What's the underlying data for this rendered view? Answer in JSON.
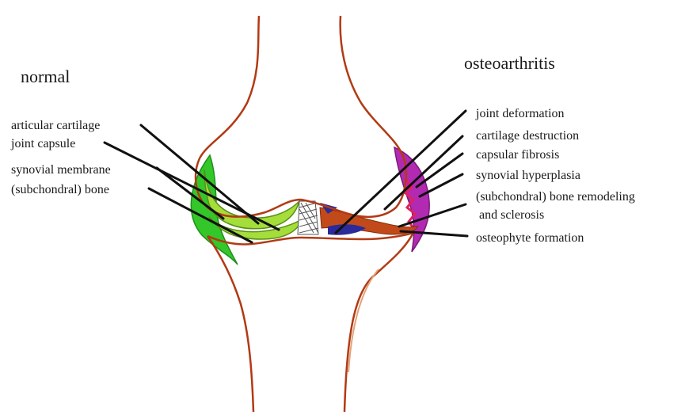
{
  "headings": {
    "normal": "normal",
    "osteoarthritis": "osteoarthritis"
  },
  "labels_left": [
    "articular cartilage",
    "joint capsule",
    "synovial membrane",
    "(subchondral) bone"
  ],
  "labels_right": [
    "joint deformation",
    "cartilage destruction",
    "capsular fibrosis",
    "synovial hyperplasia",
    "(subchondral) bone remodeling",
    " and sclerosis",
    "osteophyte formation"
  ],
  "colors": {
    "bone_outline": "#b23a14",
    "bone_outline_light": "#e3a37a",
    "capsule_normal": "#33c72a",
    "cartilage_normal": "#a5dd3a",
    "capsule_oa": "#b22ab2",
    "synovium_oa": "#e02060",
    "bone_remodel": "#c24a1a",
    "oa_deposit": "#2a2a9a",
    "leader": "#111111",
    "text": "#1a1a1a"
  }
}
